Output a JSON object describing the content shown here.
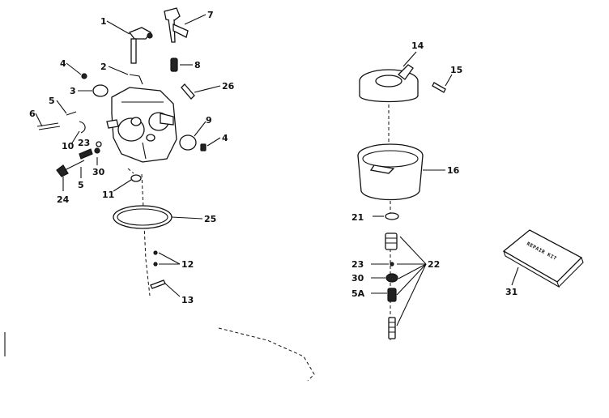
{
  "callouts": {
    "c1": "1",
    "c2": "2",
    "c3": "3",
    "c4a": "4",
    "c4b": "4",
    "c5a": "5",
    "c5b": "5",
    "c5A": "5A",
    "c6": "6",
    "c7": "7",
    "c8": "8",
    "c9": "9",
    "c10": "10",
    "c11": "11",
    "c12": "12",
    "c13": "13",
    "c14": "14",
    "c15": "15",
    "c16": "16",
    "c21": "21",
    "c22": "22",
    "c23a": "23",
    "c23b": "23",
    "c24": "24",
    "c25": "25",
    "c26": "26",
    "c30a": "30",
    "c30b": "30",
    "c31": "31"
  },
  "repair_kit": {
    "label": "REPAIR KIT"
  },
  "colors": {
    "ink": "#111111",
    "paper": "#ffffff"
  }
}
